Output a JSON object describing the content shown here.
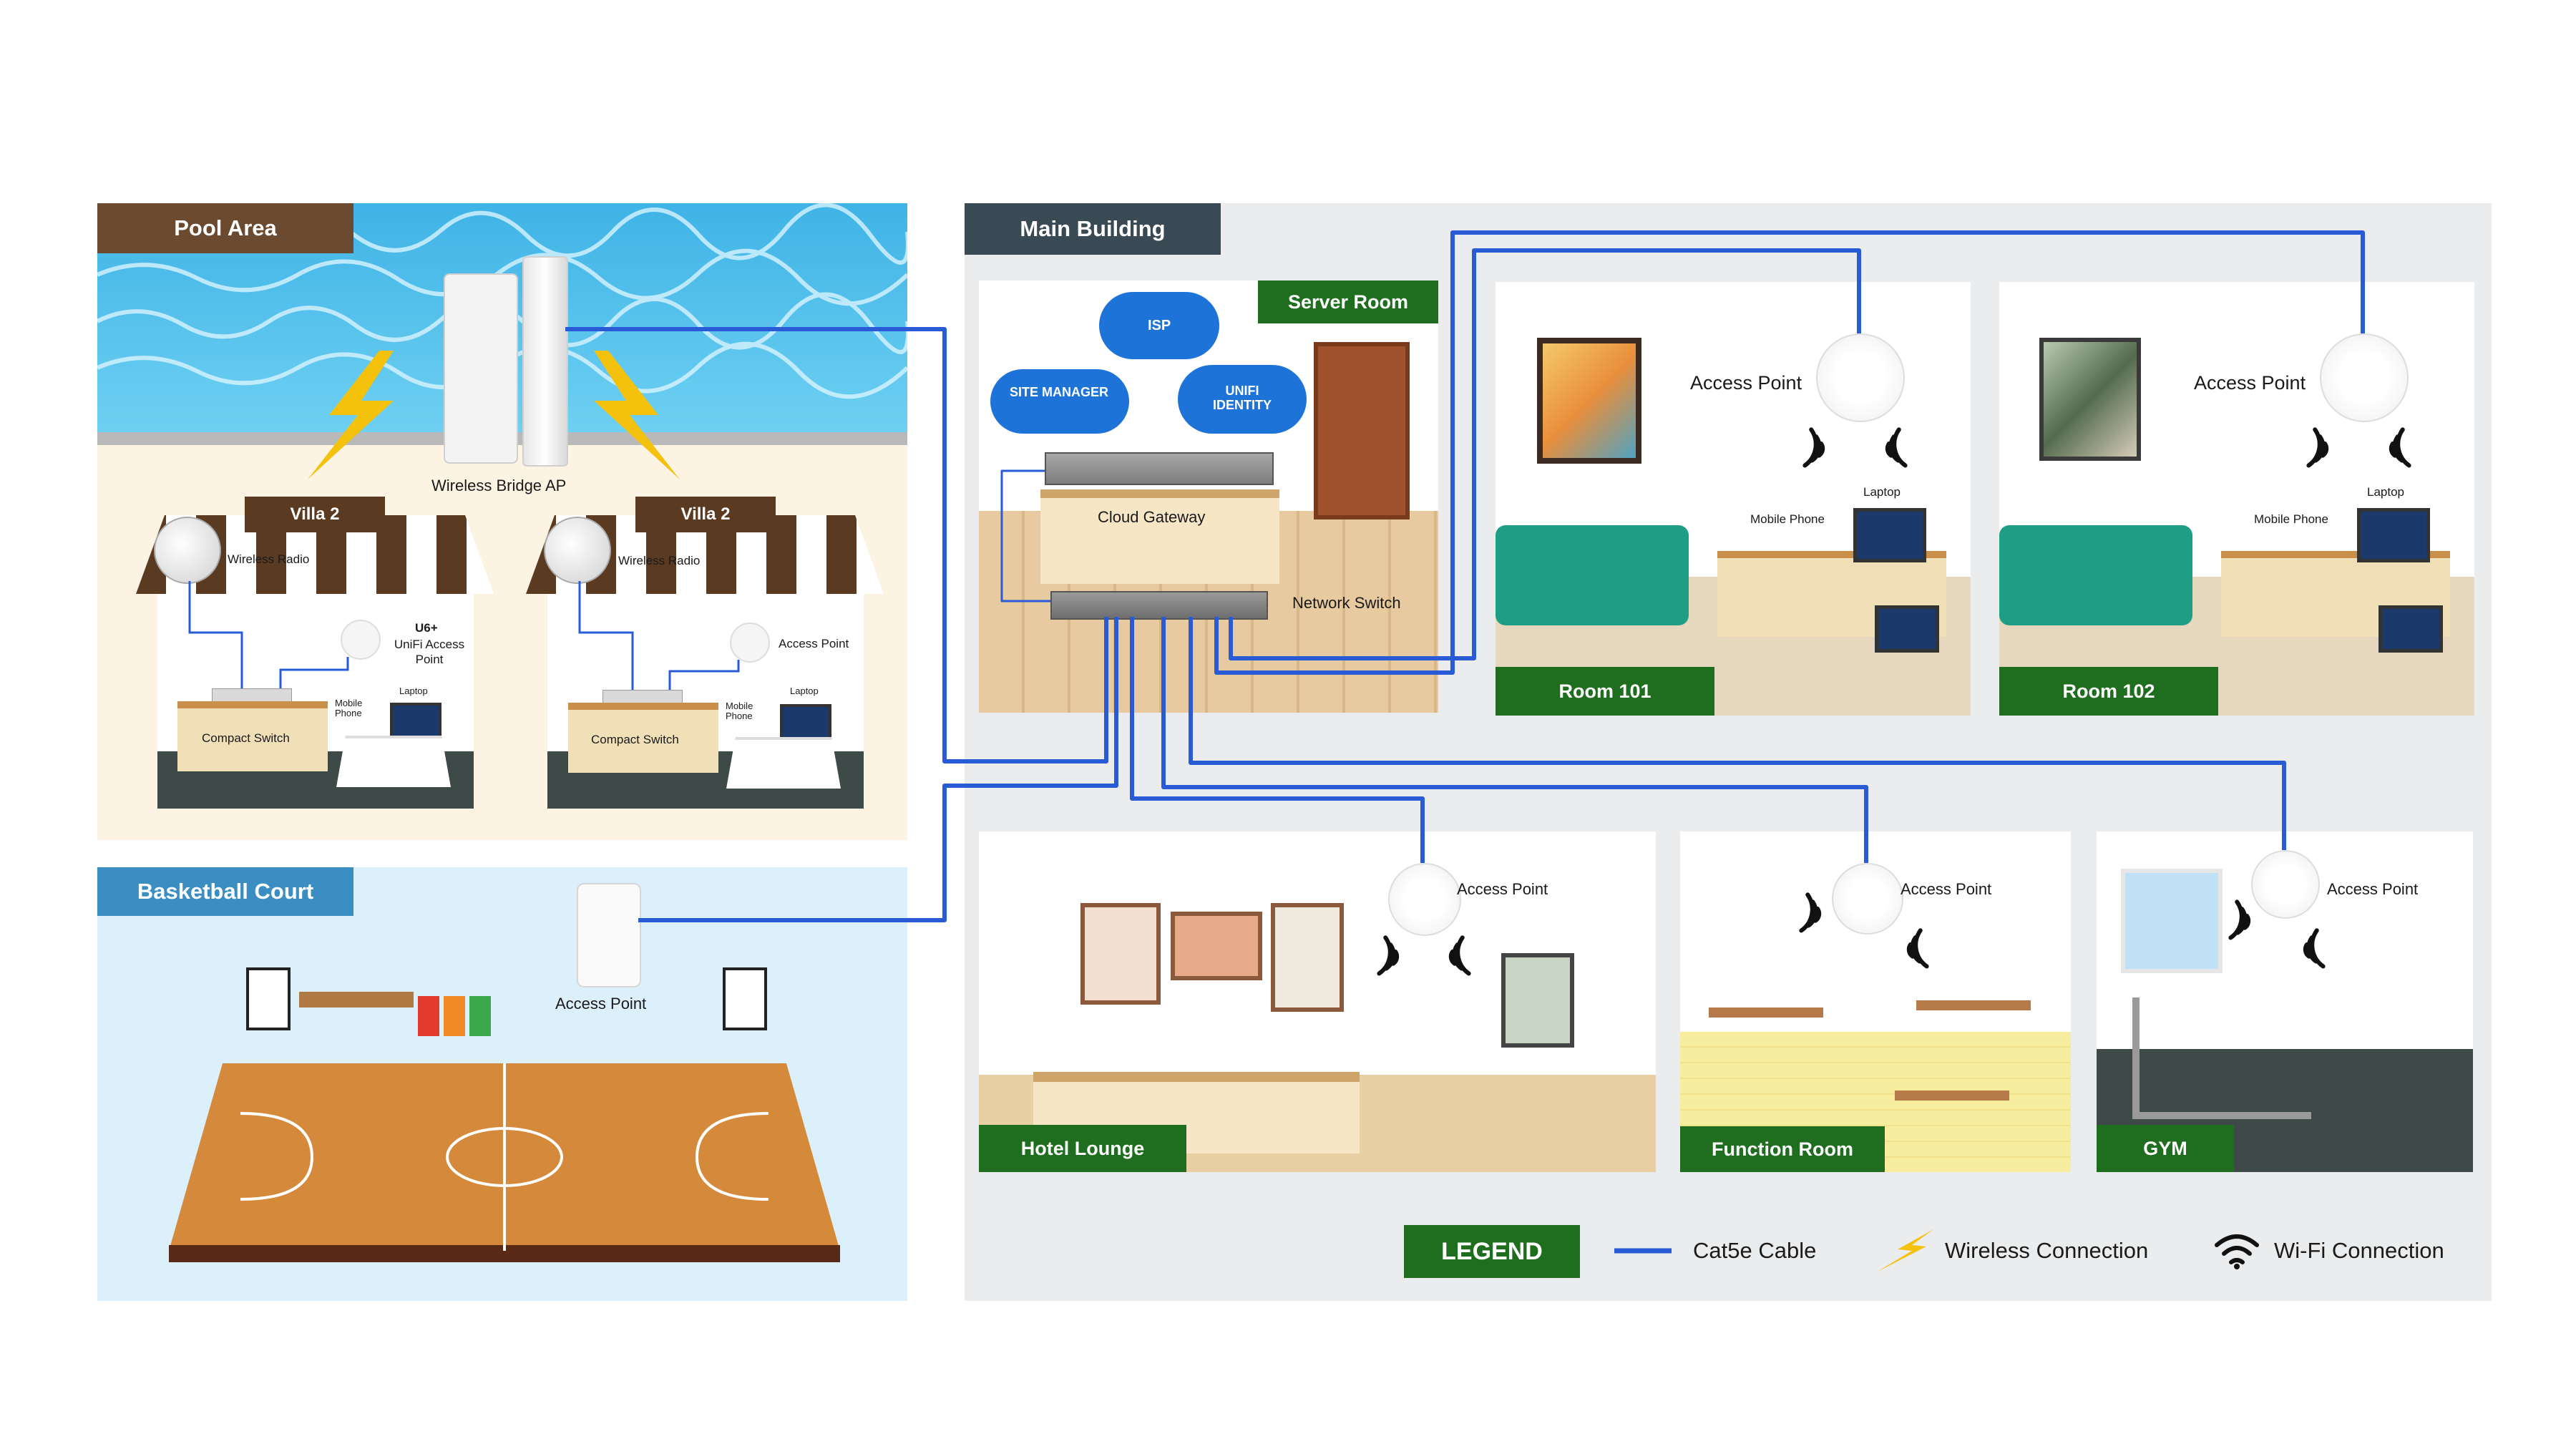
{
  "areas": {
    "pool": "Pool Area",
    "main": "Main Building",
    "basketball": "Basketball Court"
  },
  "pool": {
    "bridge_ap": "Wireless Bridge AP",
    "villa_left": {
      "title": "Villa 2",
      "radio": "Wireless Radio",
      "ap_title": "U6+",
      "ap_desc": "UniFi Access Point",
      "switch": "Compact Switch",
      "phone": "Mobile Phone",
      "laptop": "Laptop"
    },
    "villa_right": {
      "title": "Villa 2",
      "radio": "Wireless Radio",
      "ap": "Access Point",
      "switch": "Compact Switch",
      "phone": "Mobile Phone",
      "laptop": "Laptop"
    }
  },
  "basketball": {
    "ap": "Access Point"
  },
  "server_room": {
    "title": "Server Room",
    "isp": "ISP",
    "site_manager": "SITE MANAGER",
    "unifi_identity": "UNIFI IDENTITY",
    "cloud_gateway": "Cloud Gateway",
    "network_switch": "Network Switch"
  },
  "rooms": {
    "r101": {
      "title": "Room 101",
      "ap": "Access Point",
      "phone": "Mobile Phone",
      "laptop": "Laptop"
    },
    "r102": {
      "title": "Room 102",
      "ap": "Access Point",
      "phone": "Mobile Phone",
      "laptop": "Laptop"
    },
    "lounge": {
      "title": "Hotel Lounge",
      "ap": "Access Point"
    },
    "function": {
      "title": "Function Room",
      "ap": "Access Point"
    },
    "gym": {
      "title": "GYM",
      "ap": "Access Point"
    }
  },
  "legend": {
    "title": "LEGEND",
    "cable": "Cat5e Cable",
    "wireless": "Wireless Connection",
    "wifi": "Wi-Fi Connection"
  },
  "colors": {
    "cable": "#2a5bd7",
    "tag_dark": "#3a4a55",
    "tag_brown": "#6b4a30",
    "tag_blue": "#3b8ec2",
    "tag_green": "#1f6e1f",
    "lightning": "#f4c20d"
  }
}
